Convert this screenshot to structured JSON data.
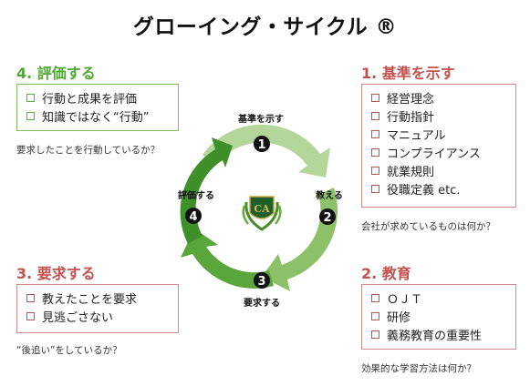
{
  "title": "グローイング・サイクル ®",
  "cycle": {
    "step1_label": "基準を示す",
    "step2_label": "教える",
    "step3_label": "要求する",
    "step4_label": "評価する",
    "step1_num": "1",
    "step2_num": "2",
    "step3_num": "3",
    "step4_num": "4",
    "logo_letters": "CA"
  },
  "sections": {
    "evaluate": {
      "heading": "4. 評価する",
      "items": [
        "行動と成果を評価",
        "知識ではなく“行動”"
      ],
      "question": "要求したことを行動しているか？"
    },
    "standard": {
      "heading": "1. 基準を示す",
      "items": [
        "経営理念",
        "行動指針",
        "マニュアル",
        "コンプライアンス",
        "就業規則",
        "役職定義 etc."
      ],
      "question": "会社が求めているものは何か？"
    },
    "demand": {
      "heading": "3. 要求する",
      "items": [
        "教えたことを要求",
        "見逃ごさない"
      ],
      "question": "“後追い”をしているか？"
    },
    "education": {
      "heading": "2. 教育",
      "items": [
        "ＯＪＴ",
        "研修",
        "義務教育の重要性"
      ],
      "question": "効果的な学習方法は何か？"
    }
  },
  "colors": {
    "green_accent": "#4ea832",
    "red_accent": "#c4514f",
    "arrow_light": "#b5d69a",
    "arrow_mid": "#8cc16a",
    "arrow_dark": "#5aa63b",
    "arrow_darkest": "#3f8f2a"
  }
}
